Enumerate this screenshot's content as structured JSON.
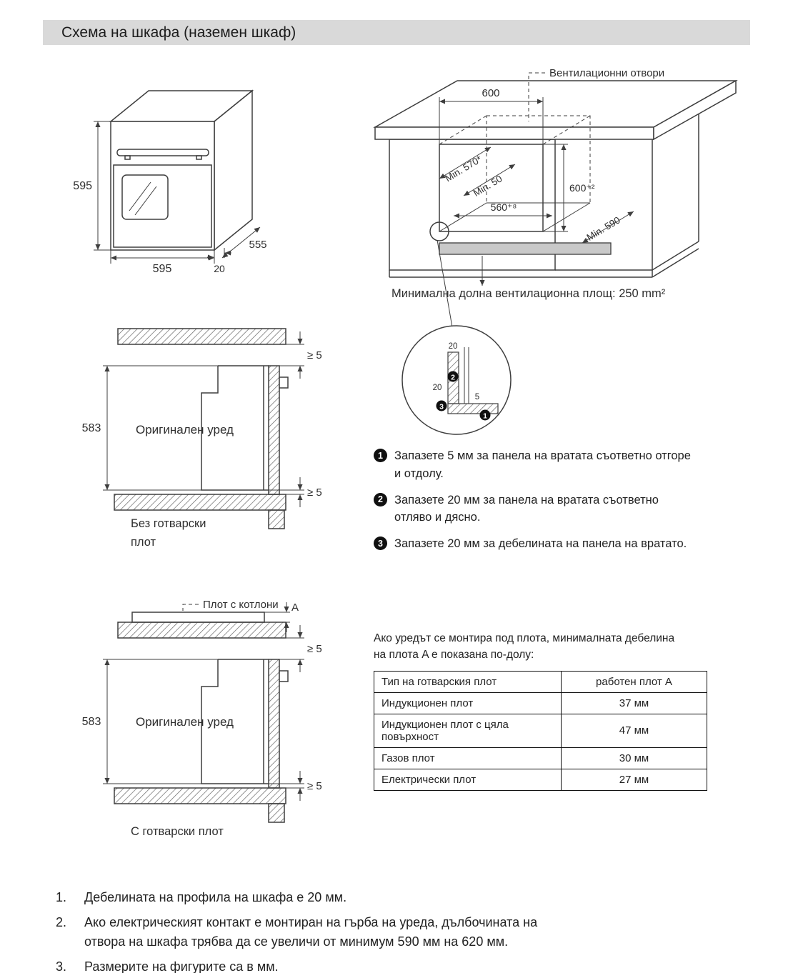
{
  "header": {
    "title": "Схема на шкафа (наземен шкаф)"
  },
  "oven": {
    "height": "595",
    "width": "595",
    "depth": "555",
    "door_offset": "20"
  },
  "cabinet": {
    "vent_label": "Вентилационни отвори",
    "top_width": "600",
    "min_depth": "Min. 570*",
    "min_50": "Min. 50",
    "niche_height": "600⁺²",
    "niche_width": "560⁺⁸",
    "min_590": "Min. 590",
    "caption": "Минимална долна вентилационна площ: 250 mm²"
  },
  "detail": {
    "dim_top": "20",
    "dim_left": "20",
    "dim_right": "5",
    "badge1": "1",
    "badge2": "2",
    "badge3": "3"
  },
  "section_no_hob": {
    "height": "583",
    "gap_top": "≥ 5",
    "gap_bottom": "≥ 5",
    "appliance": "Оригинален уред",
    "caption": "Без готварски плот"
  },
  "section_hob": {
    "hob_label": "Плот с котлони",
    "a_label": "A",
    "height": "583",
    "gap_top": "≥ 5",
    "gap_bottom": "≥ 5",
    "appliance": "Оригинален уред",
    "caption": "С готварски плот"
  },
  "notes": [
    {
      "num": "1",
      "text": "Запазете 5 мм за панела на вратата съответно отгоре и отдолу."
    },
    {
      "num": "2",
      "text": "Запазете 20 мм за панела на вратата съответно отляво и дясно."
    },
    {
      "num": "3",
      "text": "Запазете 20 мм за дебелината на панела на вратато."
    }
  ],
  "hob_table": {
    "intro": "Ако уредът се монтира под плота, минималната дебелина на плота A е показана по-долу:",
    "col1": "Тип на готварския плот",
    "col2": "работен плот A",
    "rows": [
      {
        "type": "Индукционен плот",
        "value": "37 мм"
      },
      {
        "type": "Индукционен плот с цяла повърхност",
        "value": "47 мм"
      },
      {
        "type": "Газов плот",
        "value": "30 мм"
      },
      {
        "type": "Електрически плот",
        "value": "27 мм"
      }
    ]
  },
  "footnotes": [
    {
      "num": "1.",
      "text": "Дебелината на профила на шкафа е 20 мм."
    },
    {
      "num": "2.",
      "text": "Ако електрическият контакт е монтиран на гърба на уреда, дълбочината на отвора на шкафа трябва да се увеличи от минимум 590 мм на 620 мм."
    },
    {
      "num": "3.",
      "text": "Размерите на фигурите са в мм."
    }
  ]
}
